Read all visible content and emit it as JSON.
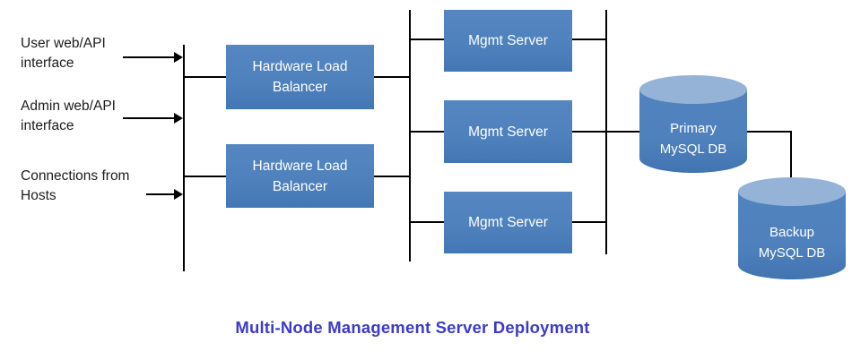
{
  "title": "Multi-Node Management Server Deployment",
  "colors": {
    "box_fill": "#4F81BD",
    "cyl_top": "#95B3D7",
    "line": "#000000",
    "title_color": "#3D3BC7"
  },
  "inputs": [
    {
      "label": "User web/API interface"
    },
    {
      "label": "Admin web/API interface"
    },
    {
      "label": "Connections from Hosts"
    }
  ],
  "load_balancers": [
    {
      "label": "Hardware Load Balancer"
    },
    {
      "label": "Hardware Load Balancer"
    }
  ],
  "mgmt_servers": [
    {
      "label": "Mgmt Server"
    },
    {
      "label": "Mgmt Server"
    },
    {
      "label": "Mgmt Server"
    }
  ],
  "databases": [
    {
      "line1": "Primary",
      "line2": "MySQL DB"
    },
    {
      "line1": "Backup",
      "line2": "MySQL DB"
    }
  ]
}
